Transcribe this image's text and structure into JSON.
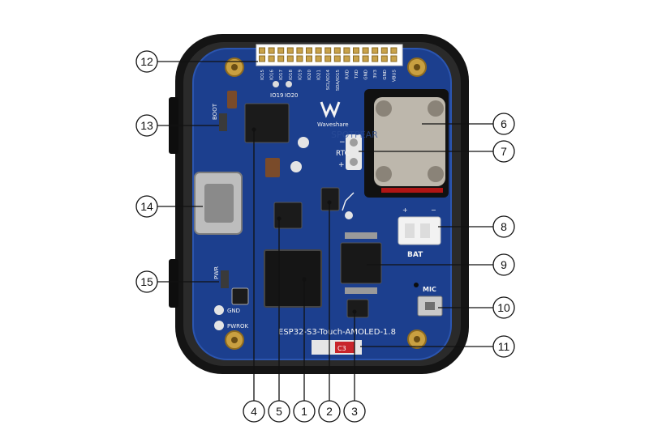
{
  "board": {
    "name_text": "ESP32-S3-Touch-AMOLED-1.8",
    "brand_text": "Waveshare",
    "bat_label": "BAT",
    "mic_label": "MIC",
    "rtc_label": "RTC",
    "rtc_minus": "−",
    "rtc_plus": "+",
    "gnd_label": "GND",
    "pwrok_label": "PWROK",
    "boot_label": "BOOT",
    "pwr_label": "PWR",
    "io19_label": "IO19",
    "io20_label": "IO20",
    "c3_label": "C3",
    "watermark": "SPOTPEAR",
    "header_pins": [
      "IO15",
      "IO16",
      "IO17",
      "IO18",
      "IO19",
      "IO20",
      "IO21",
      "SCL/IO14",
      "SDA/IO15",
      "RXD",
      "TXD",
      "GND",
      "3V3",
      "GND",
      "VBUS"
    ]
  },
  "callouts": {
    "c1": "1",
    "c2": "2",
    "c3": "3",
    "c4": "4",
    "c5": "5",
    "c6": "6",
    "c7": "7",
    "c8": "8",
    "c9": "9",
    "c10": "10",
    "c11": "11",
    "c12": "12",
    "c13": "13",
    "c14": "14",
    "c15": "15"
  },
  "colors": {
    "pcb": "#1c3f8e",
    "case": "#1a1a1a",
    "gold": "#c9a041",
    "chip": "#222222"
  }
}
